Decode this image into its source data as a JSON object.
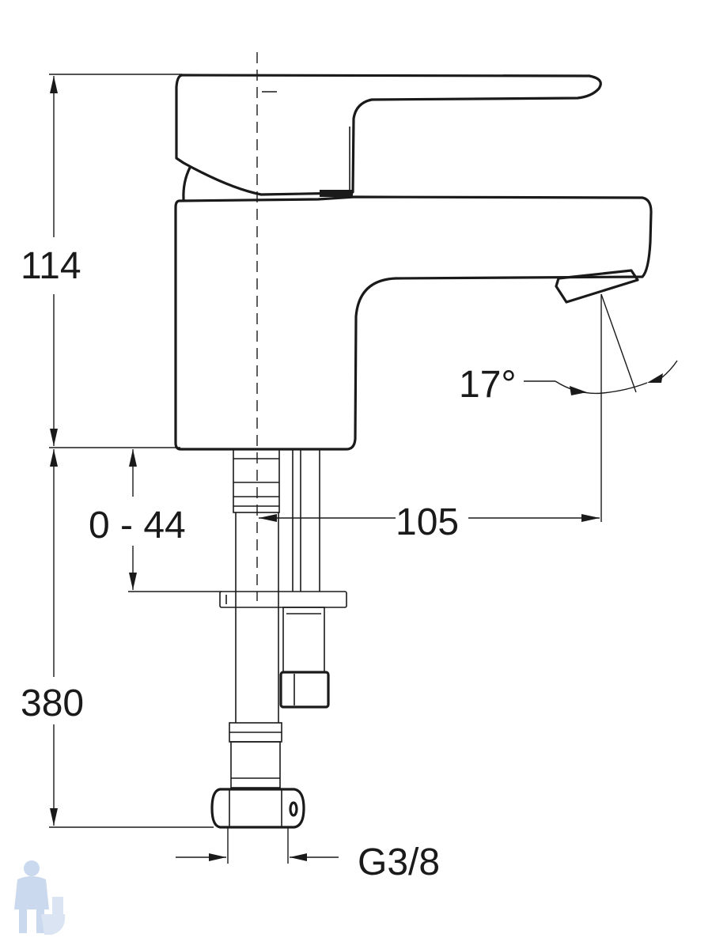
{
  "dimensions": {
    "height_body": "114",
    "adjust_range": "0 - 44",
    "hose_length": "380",
    "spout_reach": "105",
    "spout_angle": "17°",
    "thread": "G3/8"
  },
  "colors": {
    "line": "#1a1a1a",
    "watermark": "#b9cde8"
  },
  "icons": {
    "logo": "plumber-logo-icon"
  }
}
